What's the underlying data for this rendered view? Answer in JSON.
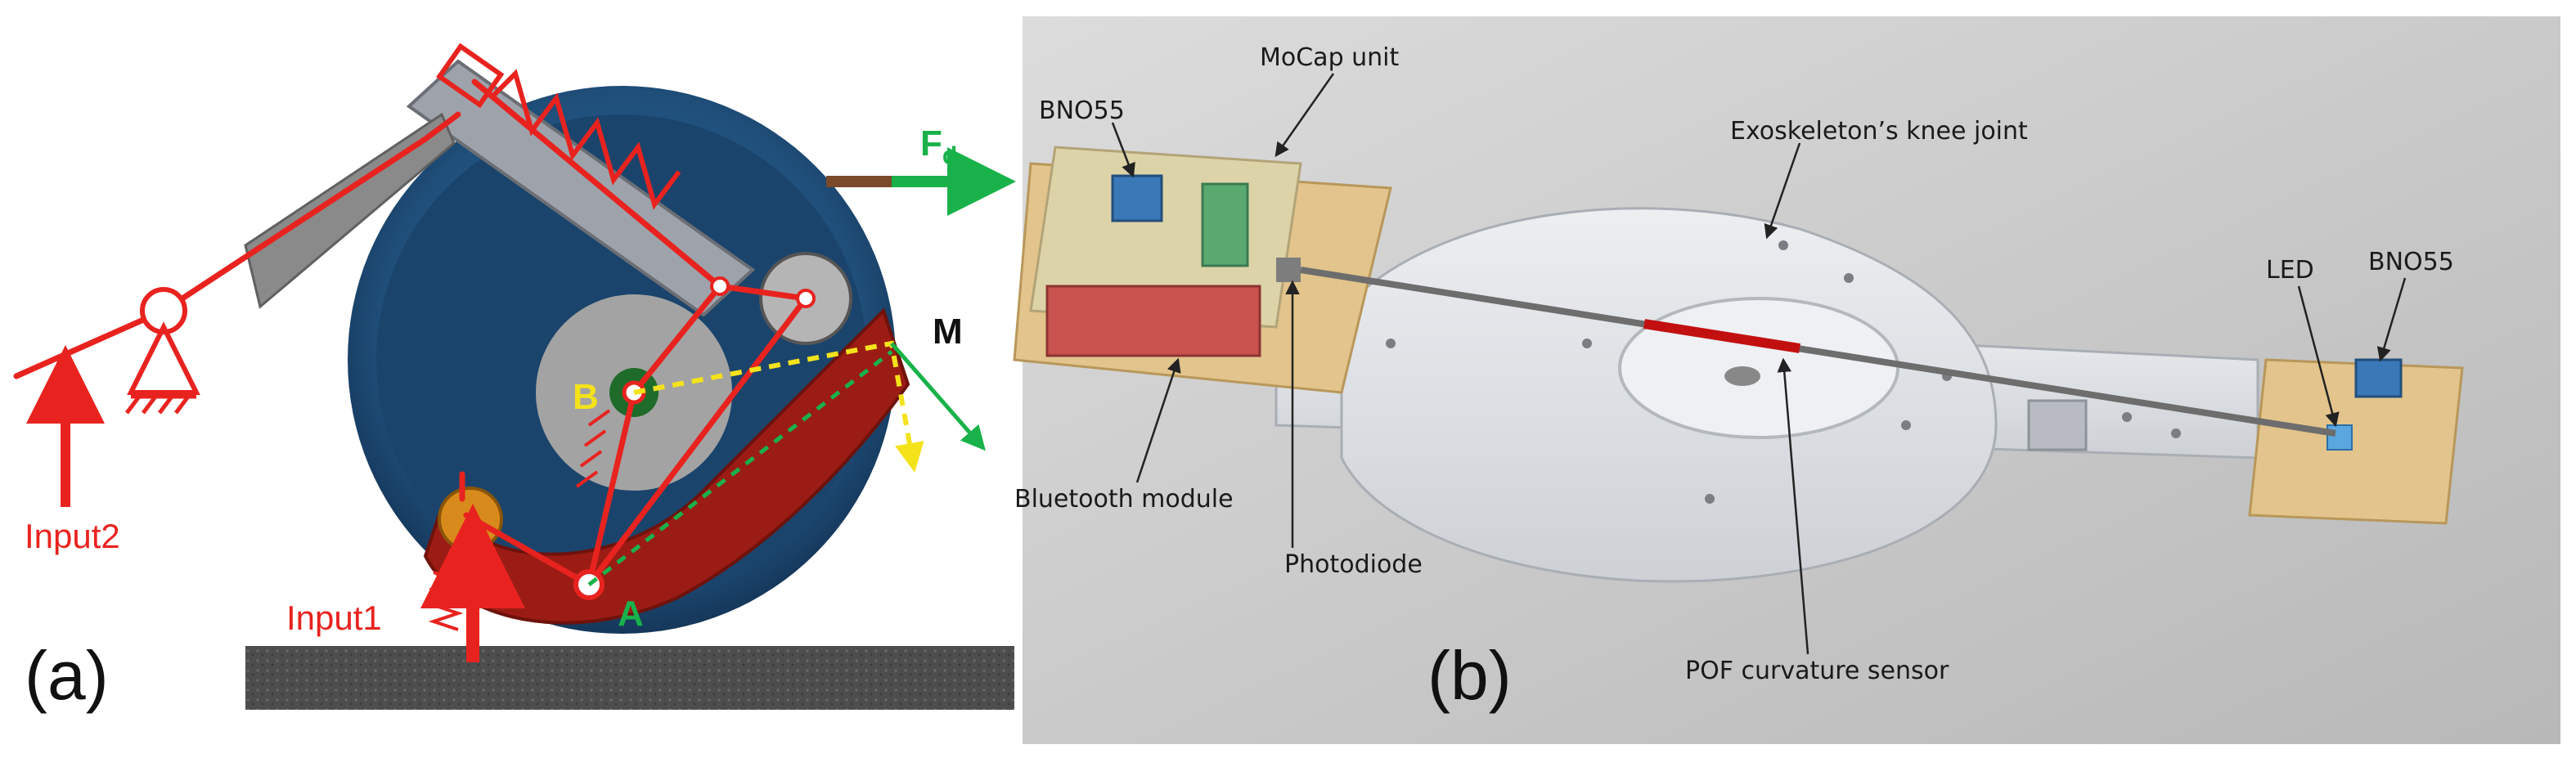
{
  "panel_a": {
    "panel_label": "(a)",
    "labels": {
      "input1": "Input1",
      "input2": "Input2",
      "point_a": "A",
      "point_b": "B",
      "moment": "M",
      "force_main": "F",
      "force_sub": "d"
    },
    "colors": {
      "linkage": "#e8231f",
      "drum": "#1f4e79",
      "drum_inner": "#173a5e",
      "arm": "#9b1c14",
      "force_arrow": "#19b24a",
      "dashed_yellow": "#f4e21b",
      "dashed_green": "#19b24a",
      "ground": "#555555"
    },
    "icons": [
      "pivot-icon",
      "ground-hatch-icon",
      "spring-icon",
      "arrow-icon"
    ]
  },
  "panel_b": {
    "panel_label": "(b)",
    "labels": {
      "mocap": "MoCap unit",
      "bno_left": "BNO55",
      "bno_right": "BNO55",
      "knee": "Exoskeleton’s knee joint",
      "led": "LED",
      "bluetooth": "Bluetooth module",
      "photodiode": "Photodiode",
      "pof": "POF curvature sensor"
    },
    "colors": {
      "background": "#c9c9c9",
      "exoskeleton": "#e3e6ea",
      "board": "#e2c48c",
      "chip_blue": "#3a78b8",
      "chip_green": "#5aa971",
      "chip_red": "#c9524e",
      "fiber": "#6d6d6d",
      "sensor_red": "#c21010"
    }
  }
}
